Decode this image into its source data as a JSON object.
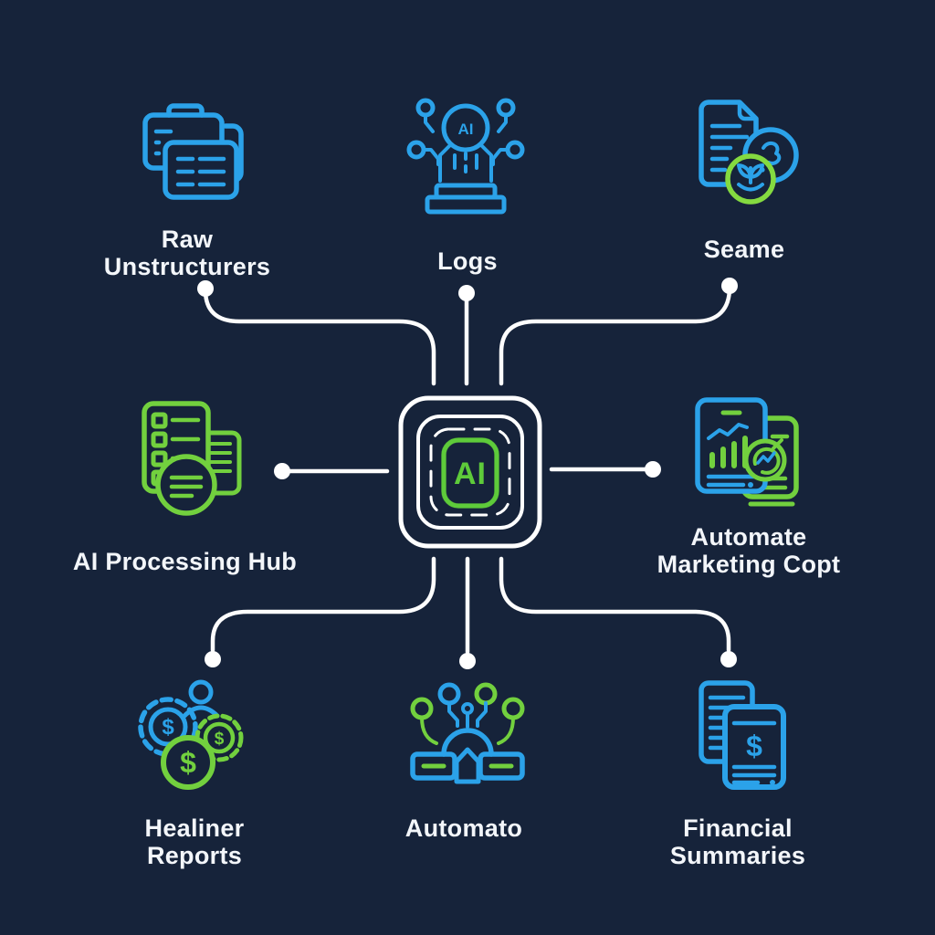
{
  "colors": {
    "background": "#16233a",
    "blue": "#2ba2e9",
    "green": "#72d03e",
    "chip_green": "#5ecb3a",
    "connector": "#ffffff",
    "text": "#f3f6fa"
  },
  "center": {
    "icon": "ai-chip-icon",
    "label": "AI"
  },
  "glyphs": {
    "dollar": "$"
  },
  "nodes": [
    {
      "id": "raw-unstructurers",
      "position": "top-left",
      "icon": "stacked-documents-icon",
      "label_lines": [
        "Raw",
        "Unstructurers"
      ]
    },
    {
      "id": "logs",
      "position": "top-center",
      "icon": "ai-platform-icon",
      "icon_text": "AI",
      "label_lines": [
        "Logs"
      ]
    },
    {
      "id": "seame",
      "position": "top-right",
      "icon": "document-leaf-icon",
      "label_lines": [
        "Seame"
      ]
    },
    {
      "id": "ai-processing-hub",
      "position": "middle-left",
      "icon": "checklist-documents-icon",
      "label_lines": [
        "AI Processing Hub"
      ]
    },
    {
      "id": "automate-marketing-copt",
      "position": "middle-right",
      "icon": "analytics-devices-icon",
      "label_lines": [
        "Automate",
        "Marketing Copt"
      ]
    },
    {
      "id": "healiner-reports",
      "position": "bottom-left",
      "icon": "gears-dollar-icon",
      "label_lines": [
        "Healiner",
        "Reports"
      ]
    },
    {
      "id": "automato",
      "position": "bottom-center",
      "icon": "circuit-nodes-icon",
      "label_lines": [
        "Automato"
      ]
    },
    {
      "id": "financial-summaries",
      "position": "bottom-right",
      "icon": "dollar-documents-icon",
      "label_lines": [
        "Financial",
        "Summaries"
      ]
    }
  ]
}
